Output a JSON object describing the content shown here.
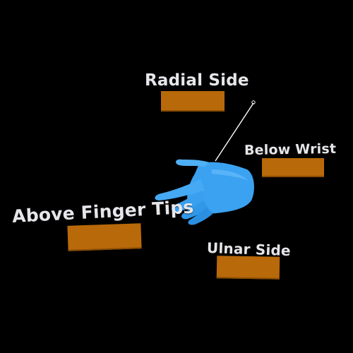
{
  "scene": {
    "background_color": "#000000",
    "label_color": "#e6e6ea",
    "plate_color": "#b8690a",
    "hand_color": "#3aa0f0",
    "ray_color": "#ffffff"
  },
  "labels": {
    "radial_side": "Radial Side",
    "below_wrist": "Below Wrist",
    "above_finger_tips": "Above Finger Tips",
    "ulnar_side": "Ulnar Side"
  },
  "icons": {
    "hand": "hand-icon",
    "pointer_ray": "pointer-ray-icon",
    "cursor": "cursor-ring-icon"
  }
}
